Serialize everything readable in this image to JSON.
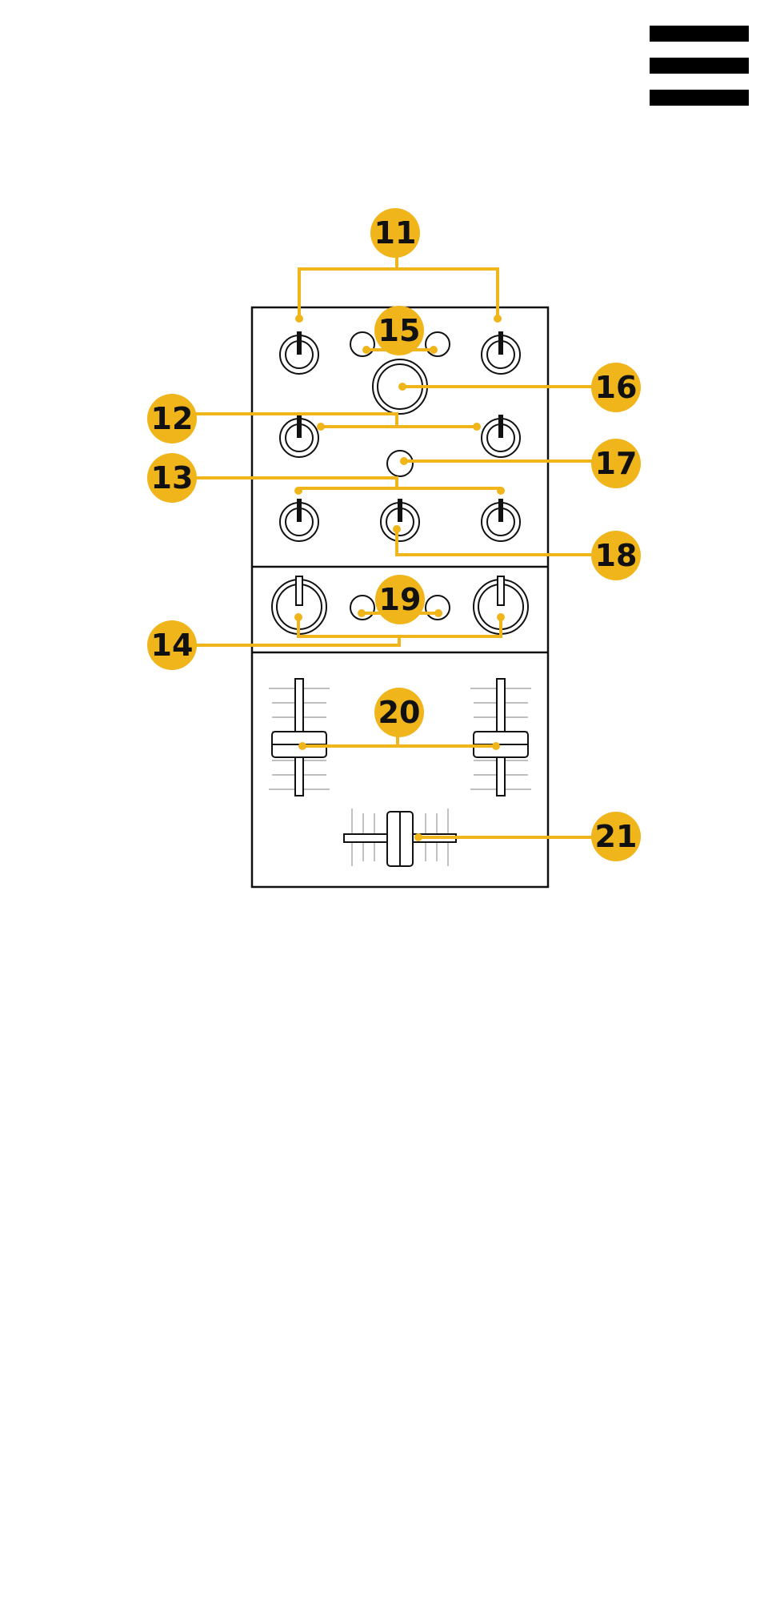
{
  "header": {
    "menu_icon": "hamburger-menu-icon"
  },
  "colors": {
    "accent": "#f0b51b",
    "outline": "#111111",
    "background": "#ffffff"
  },
  "diagram": {
    "callouts": [
      {
        "id": "callout-11",
        "label": "11"
      },
      {
        "id": "callout-12",
        "label": "12"
      },
      {
        "id": "callout-13",
        "label": "13"
      },
      {
        "id": "callout-14",
        "label": "14"
      },
      {
        "id": "callout-15",
        "label": "15"
      },
      {
        "id": "callout-16",
        "label": "16"
      },
      {
        "id": "callout-17",
        "label": "17"
      },
      {
        "id": "callout-18",
        "label": "18"
      },
      {
        "id": "callout-19",
        "label": "19"
      },
      {
        "id": "callout-20",
        "label": "20"
      },
      {
        "id": "callout-21",
        "label": "21"
      }
    ]
  }
}
